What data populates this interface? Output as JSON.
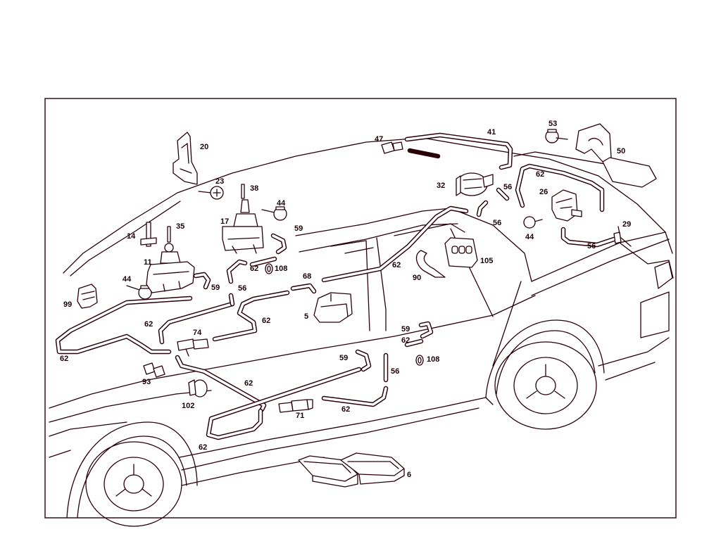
{
  "labels": [
    "20",
    "23",
    "38",
    "44",
    "17",
    "59",
    "14",
    "35",
    "11",
    "44",
    "59",
    "99",
    "62",
    "108",
    "68",
    "5",
    "62",
    "62",
    "74",
    "62",
    "56",
    "47",
    "41",
    "32",
    "56",
    "56",
    "62",
    "26",
    "53",
    "50",
    "44",
    "29",
    "56",
    "62",
    "90",
    "105",
    "59",
    "62",
    "108",
    "56",
    "59",
    "93",
    "62",
    "102",
    "71",
    "62",
    "62",
    "6"
  ],
  "line_color": "#2a0008",
  "background_color": "#ffffff"
}
